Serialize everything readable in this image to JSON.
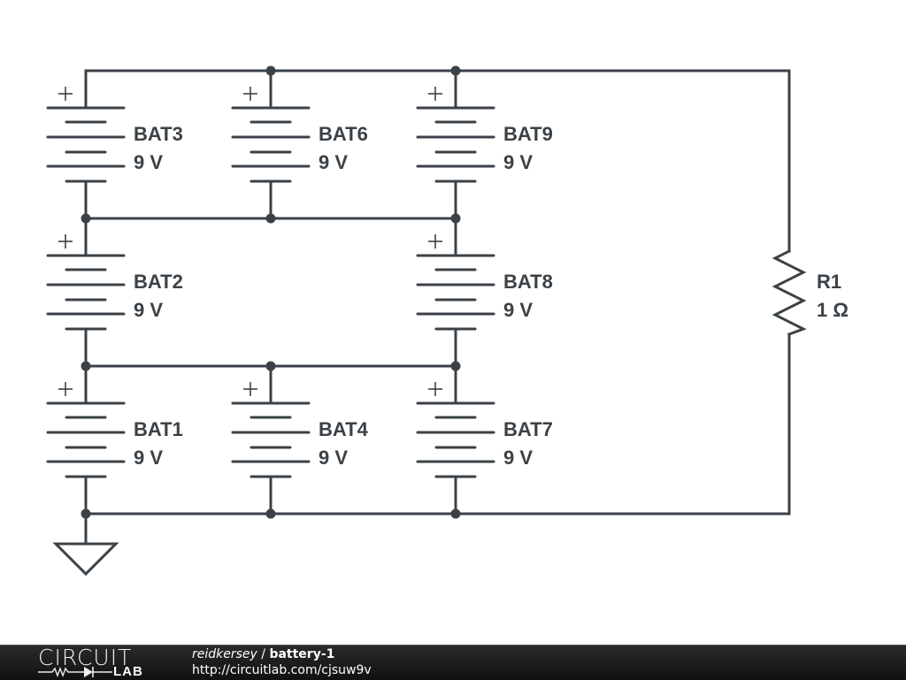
{
  "circuit": {
    "batteries": [
      {
        "ref": "BAT3",
        "value": "9 V"
      },
      {
        "ref": "BAT6",
        "value": "9 V"
      },
      {
        "ref": "BAT9",
        "value": "9 V"
      },
      {
        "ref": "BAT2",
        "value": "9 V"
      },
      {
        "ref": "BAT8",
        "value": "9 V"
      },
      {
        "ref": "BAT1",
        "value": "9 V"
      },
      {
        "ref": "BAT4",
        "value": "9 V"
      },
      {
        "ref": "BAT7",
        "value": "9 V"
      }
    ],
    "resistor": {
      "ref": "R1",
      "value": "1 Ω"
    },
    "plus_symbol": "+",
    "ground": "ground"
  },
  "footer": {
    "logo_top": "CIRCUIT",
    "logo_bottom": "LAB",
    "username": "reidkersey",
    "separator": " / ",
    "project": "battery-1",
    "url": "http://circuitlab.com/cjsuw9v"
  },
  "colors": {
    "ink": "#3b4247",
    "footer_bg": "#1a1a1a"
  }
}
